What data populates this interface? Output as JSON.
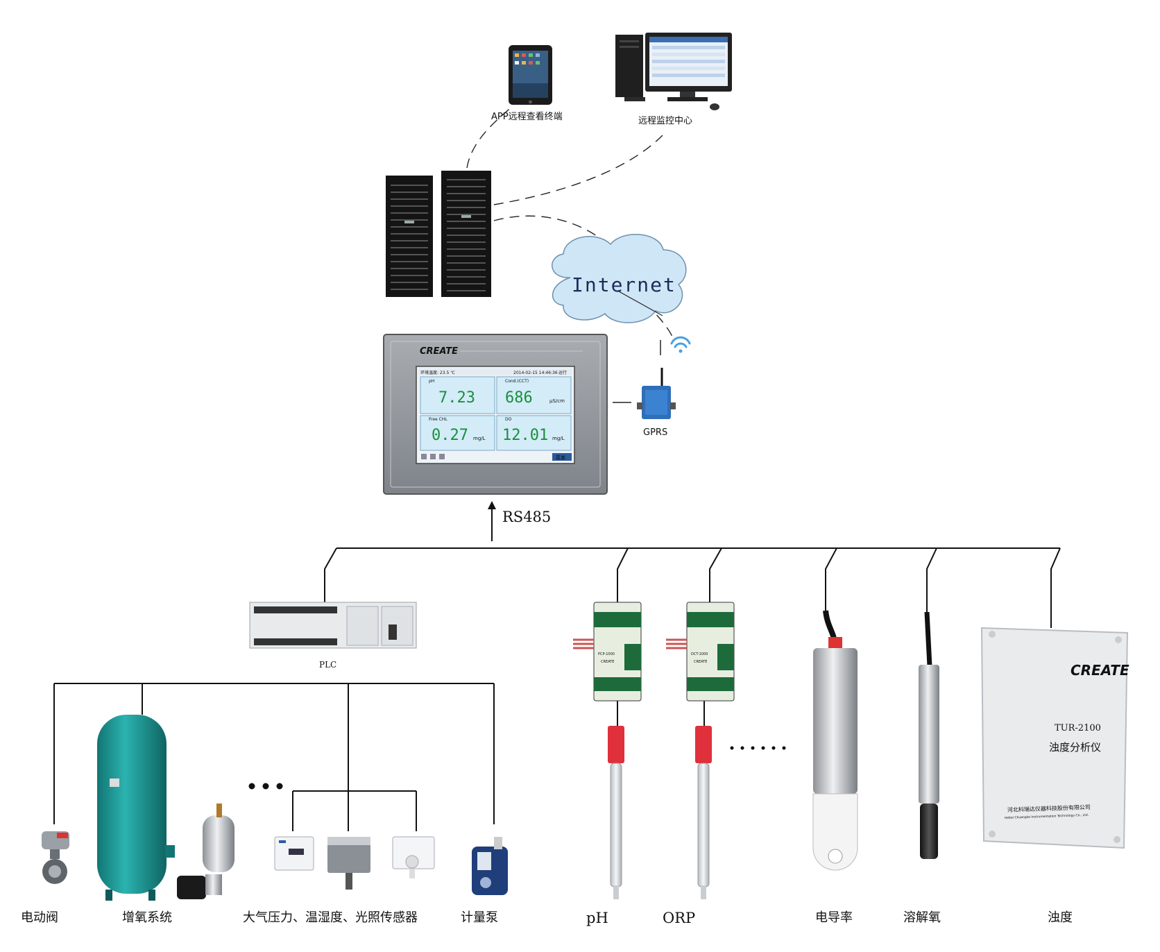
{
  "remote": {
    "app_label": "APP远程查看终端",
    "center_label": "远程监控中心"
  },
  "internet": {
    "label": "Internet"
  },
  "gprs": {
    "label": "GPRS"
  },
  "hmi": {
    "brand": "CREATE",
    "status_text": "环境温度: 23.5 ℃",
    "datetime": "2014-02-15 14:46:36",
    "mode": "运行",
    "tiles": [
      {
        "name": "pH",
        "value": "7.23",
        "unit": ""
      },
      {
        "name": "Cond.(CCT)",
        "value": "686",
        "unit": "μS/cm"
      },
      {
        "name": "Free CHL",
        "value": "0.27",
        "unit": "mg/L"
      },
      {
        "name": "DO",
        "value": "12.01",
        "unit": "mg/L"
      }
    ],
    "button": "菜单"
  },
  "bus": {
    "label": "RS485"
  },
  "plc": {
    "label": "PLC"
  },
  "left_devices": {
    "valve": "电动阀",
    "oxygen": "增氧系统",
    "sensors": "大气压力、温湿度、光照传感器",
    "pump": "计量泵"
  },
  "transmitters": {
    "ph_model": "PCP-1000",
    "orp_model": "DCT-1000",
    "brand": "CREATE"
  },
  "right_devices": {
    "ph": "pH",
    "orp": "ORP",
    "conductivity": "电导率",
    "do": "溶解氧",
    "turbidity": "浊度"
  },
  "turbidity_box": {
    "brand": "CREATE",
    "model": "TUR-2100",
    "name": "浊度分析仪",
    "company_cn": "河北科瑞达仪器科技股份有限公司",
    "company_en": "Hebei Chuangke Instrumentation Technology Co., Ltd."
  },
  "colors": {
    "line": "#111111",
    "cloud": "#cfe6f7",
    "tank": "#1b9a97",
    "screen_bg": "#d3ecf8",
    "value_green": "#1a8f3a",
    "probe_red": "#e0303b",
    "brand_blue": "#1f5fa8"
  }
}
